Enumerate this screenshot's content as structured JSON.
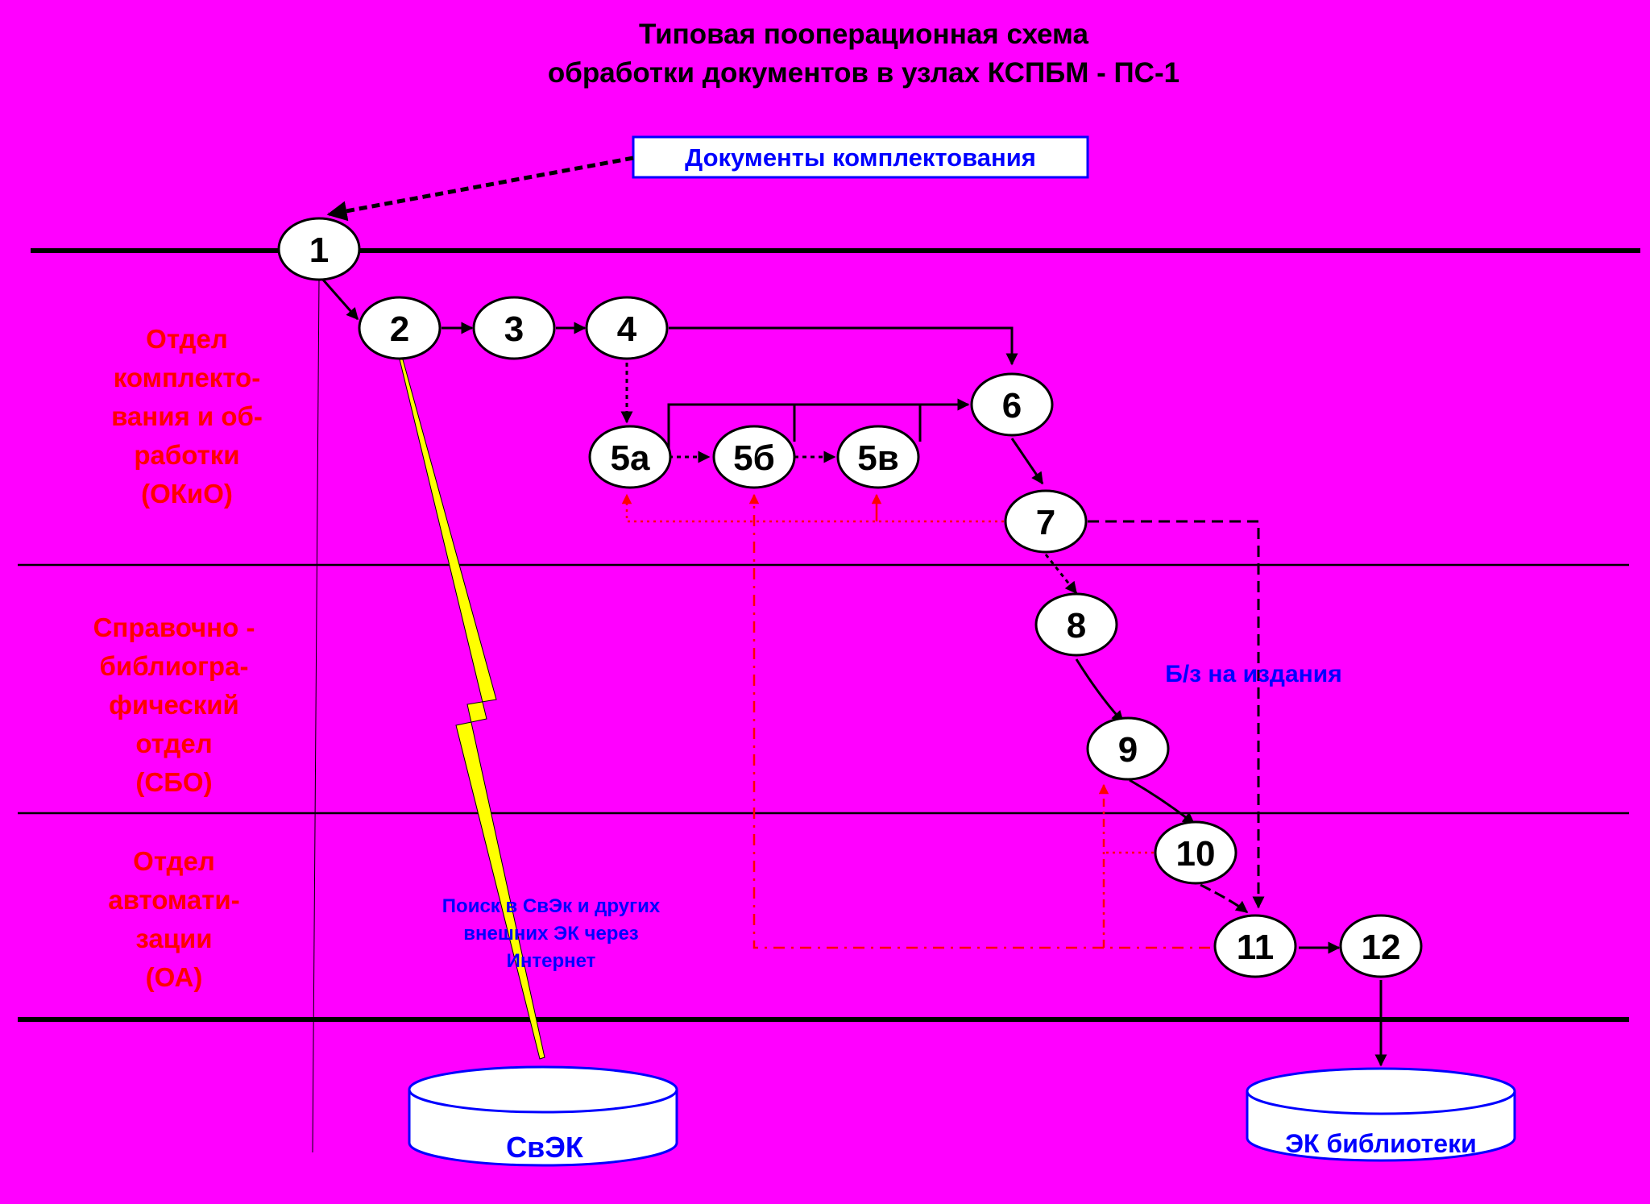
{
  "title": {
    "line1": "Типовая пооперационная схема",
    "line2": "обработки документов в узлах КСПБМ - ПС-1"
  },
  "input_box": "Документы  комплектования",
  "departments": {
    "okio": [
      "Отдел",
      "комплекто-",
      "вания и об-",
      "работки",
      "(ОКиО)"
    ],
    "sbo": [
      "Справочно -",
      "библиогра-",
      "фический",
      "отдел",
      "(СБО)"
    ],
    "oa": [
      "Отдел",
      "автомати-",
      "зации",
      "(ОА)"
    ]
  },
  "nodes": {
    "n1": "1",
    "n2": "2",
    "n3": "3",
    "n4": "4",
    "n5a": "5а",
    "n5b": "5б",
    "n5v": "5в",
    "n6": "6",
    "n7": "7",
    "n8": "8",
    "n9": "9",
    "n10": "10",
    "n11": "11",
    "n12": "12"
  },
  "annotations": {
    "bz": "Б/з на издания",
    "search": [
      "Поиск в СвЭк и других",
      "внешних ЭК через",
      "Интернет"
    ]
  },
  "databases": {
    "svek": "СвЭК",
    "ek": "ЭК  библиотеки"
  },
  "colors": {
    "background": "#ff00ff",
    "department_text": "#ff0000",
    "link_text": "#0000ff",
    "feedback_arrows": "#ff0000",
    "lightning": "#ffff00"
  }
}
